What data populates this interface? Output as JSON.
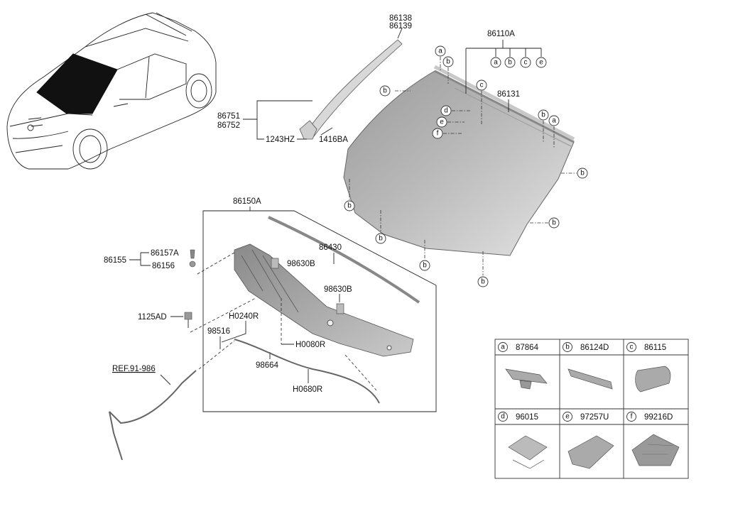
{
  "labels": {
    "l86138": "86138",
    "l86139": "86139",
    "l86110A": "86110A",
    "l86131": "86131",
    "l86751": "86751",
    "l86752": "86752",
    "l1243HZ": "1243HZ",
    "l1416BA": "1416BA",
    "l86150A": "86150A",
    "l86155": "86155",
    "l86157A": "86157A",
    "l86156": "86156",
    "l86430": "86430",
    "l98630B_1": "98630B",
    "l98630B_2": "98630B",
    "l1125AD": "1125AD",
    "lH0240R": "H0240R",
    "l98516": "98516",
    "lH0080R": "H0080R",
    "l98664": "98664",
    "lH0680R": "H0680R",
    "lREF": "REF.91-986"
  },
  "callouts": {
    "a": "a",
    "b": "b",
    "c": "c",
    "d": "d",
    "e": "e",
    "f": "f"
  },
  "legend_table": {
    "cells": [
      {
        "letter": "a",
        "part": "87864"
      },
      {
        "letter": "b",
        "part": "86124D"
      },
      {
        "letter": "c",
        "part": "86115"
      },
      {
        "letter": "d",
        "part": "96015"
      },
      {
        "letter": "e",
        "part": "97257U"
      },
      {
        "letter": "f",
        "part": "99216D"
      }
    ]
  }
}
